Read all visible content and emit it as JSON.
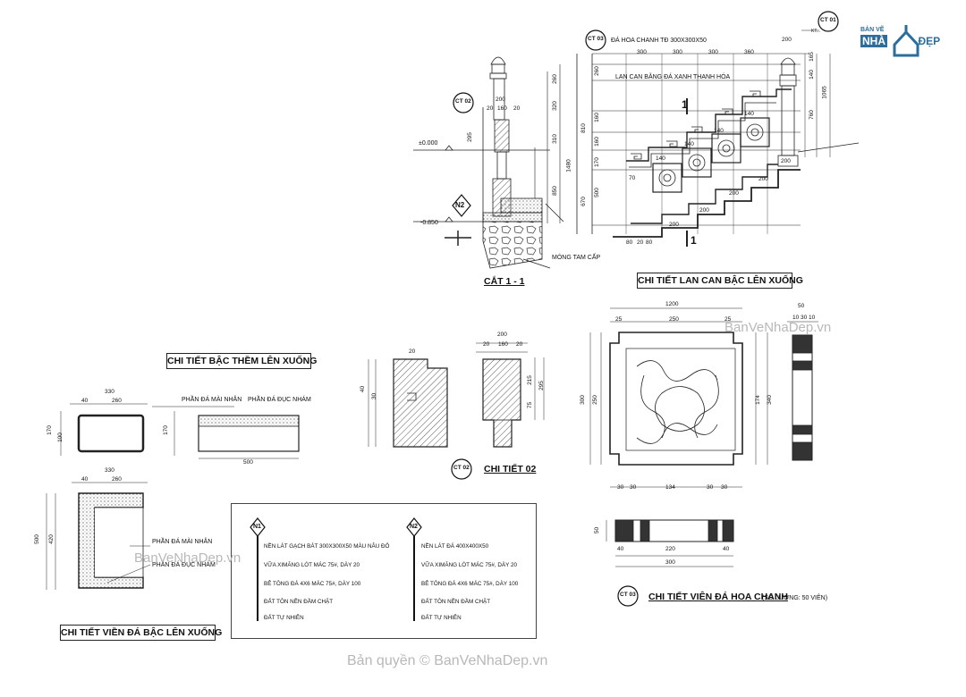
{
  "logo": {
    "small": "BẢN VẼ",
    "brand_a": "NHÀ",
    "brand_b": "ĐẸP"
  },
  "titles": {
    "section": "CẮT 1 - 1",
    "railing": "CHI TIẾT LAN CAN BẬC LÊN XUỐNG",
    "step_detail": "CHI TIẾT BẬC THỀM LÊN XUỐNG",
    "detail02": "CHI TIẾT 02",
    "border_stone": "CHI TIẾT VIỀN ĐÁ BẬC LÊN XUỐNG",
    "flower_stone": "CHI TIẾT VIÊN ĐÁ HOA CHANH",
    "flower_qty": "(SỐ LƯỢNG: 50 VIÊN)"
  },
  "tags": {
    "ct01": "CT 01",
    "ct01_sub": "KT...",
    "ct02": "CT 02",
    "ct03": "CT 03",
    "n1": "N1",
    "n2": "N2",
    "sec1": "1"
  },
  "notes": {
    "flower_top": "ĐÁ HOA CHANH TĐ 300X300X50",
    "railing_note": "LAN CAN BẰNG ĐÁ XANH THANH HÓA",
    "foundation": "MÓNG TAM CẤP",
    "level0": "±0.000",
    "level1": "-0.850",
    "polished": "PHẦN ĐÁ MÀI NHẴN",
    "rough": "PHẦN ĐÁ ĐỤC NHÁM"
  },
  "legend": {
    "n1": [
      "NỀN LÁT GẠCH BÁT 300X300X50 MÀU NÂU ĐỎ",
      "VỮA XIMĂNG LÓT MÁC 75#, DÀY 20",
      "BÊ TÔNG ĐÁ 4X6 MÁC 75#, DÀY 100",
      "ĐẤT TÔN NỀN ĐẦM CHẶT",
      "ĐẤT TỰ NHIÊN"
    ],
    "n2": [
      "NỀN LÁT ĐÁ 400X400X50",
      "VỮA XIMĂNG LÓT MÁC 75#, DÀY 20",
      "BÊ TÔNG ĐÁ 4X6 MÁC 75#, DÀY 100",
      "ĐẤT TÔN NỀN ĐẦM CHẶT",
      "ĐẤT TỰ NHIÊN"
    ]
  },
  "dims": {
    "d200": "200",
    "d300": "300",
    "d360": "360",
    "d160": "160",
    "d20": "20",
    "d260": "260",
    "d320": "320",
    "d310": "310",
    "d850": "850",
    "d1480": "1480",
    "d810": "810",
    "d670": "670",
    "d500": "500",
    "d170": "170",
    "d140": "140",
    "d165": "165",
    "d1065": "1065",
    "d760": "760",
    "d70": "70",
    "d80": "80",
    "d1200": "1200",
    "d250": "250",
    "d25": "25",
    "d50": "50",
    "d30": "30",
    "d10": "10",
    "d134": "134",
    "d40": "40",
    "d220": "220",
    "d330": "330",
    "d100": "100",
    "d420": "420",
    "d174": "174",
    "d340": "340",
    "d295": "295",
    "d75": "75",
    "d215": "215"
  },
  "watermarks": {
    "mid": "BanVeNhaDep.vn",
    "right": "BanVeNhaDep.vn",
    "bottom": "Bản quyền © BanVeNhaDep.vn"
  }
}
